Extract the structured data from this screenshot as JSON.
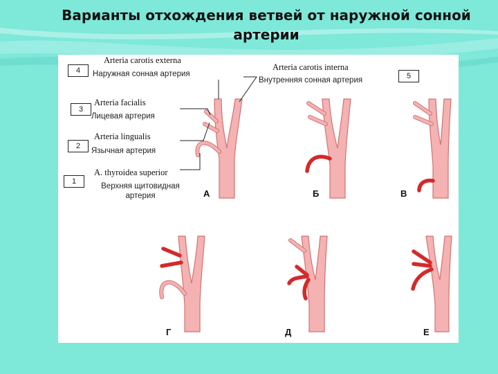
{
  "title": "Варианты отхождения ветвей от наружной сонной артерии",
  "labels": [
    {
      "number": "4",
      "latin": "Arteria carotis externa",
      "russian": "Наружная сонная артерия"
    },
    {
      "number": "3",
      "latin": "Arteria facialis",
      "russian": "Лицевая артерия"
    },
    {
      "number": "2",
      "latin": "Arteria lingualis",
      "russian": "Язычная артерия"
    },
    {
      "number": "1",
      "latin": "A. thyroidea superior",
      "russian_line1": "Верхняя щитовидная",
      "russian_line2": "артерия"
    },
    {
      "number": "5",
      "latin": "Arteria carotis interna",
      "russian": "Внутренняя сонная артерия"
    }
  ],
  "variants": [
    "А",
    "Б",
    "В",
    "Г",
    "Д",
    "Е"
  ],
  "colors": {
    "background": "#7ee8d9",
    "artery_fill": "#f4b2b2",
    "artery_outline": "#d07272",
    "highlight_branch": "#d42a2a"
  }
}
